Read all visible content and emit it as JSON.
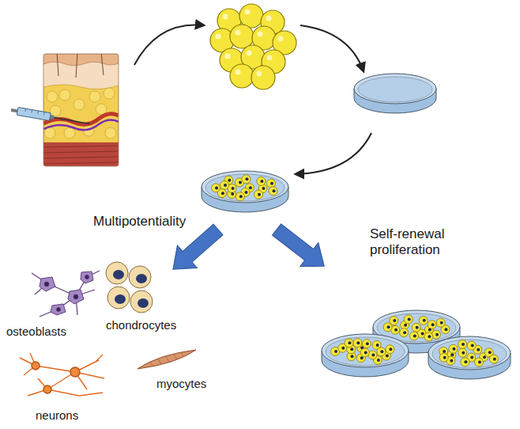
{
  "diagram": {
    "labels": [
      "Multipotentiality",
      "Self-renewal proliferation",
      "osteoblasts",
      "chondrocytes",
      "neurons",
      "myocytes"
    ]
  }
}
